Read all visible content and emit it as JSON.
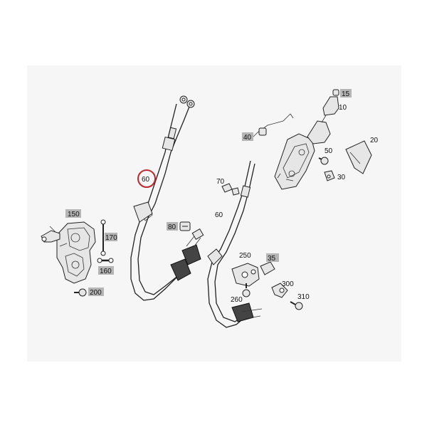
{
  "diagram": {
    "highlight_color": "#c0282d",
    "tag_color": "#b5b5b5",
    "labels": {
      "p10": "10",
      "p15": "15",
      "p20": "20",
      "p30": "30",
      "p35": "35",
      "p40": "40",
      "p50": "50",
      "p60_circled": "60",
      "p60": "60",
      "p70": "70",
      "p80": "80",
      "p150": "150",
      "p160": "160",
      "p170": "170",
      "p200": "200",
      "p250": "250",
      "p260": "260",
      "p300": "300",
      "p310": "310"
    }
  }
}
